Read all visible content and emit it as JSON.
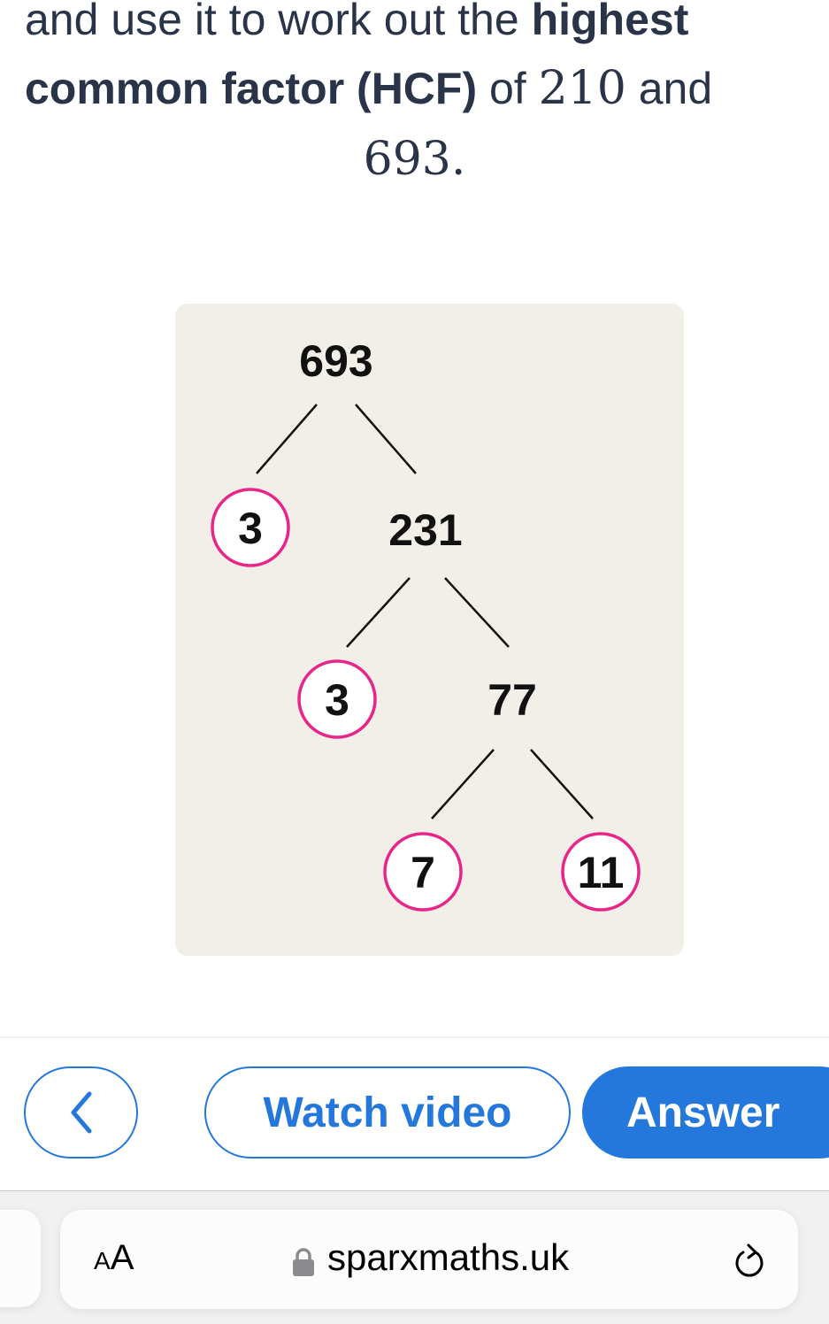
{
  "question": {
    "line1_regular": "and use it to work out the ",
    "line1_bold": "highest",
    "line2_bold": "common factor (HCF)",
    "line2_of": " of ",
    "number_a": "210",
    "line2_and": " and",
    "number_b": "693."
  },
  "factor_tree": {
    "root": "693",
    "nodes": [
      {
        "value": "3",
        "prime": true
      },
      {
        "value": "231",
        "prime": false
      },
      {
        "value": "3",
        "prime": true
      },
      {
        "value": "77",
        "prime": false
      },
      {
        "value": "7",
        "prime": true
      },
      {
        "value": "11",
        "prime": true
      }
    ],
    "background_color": "#f2efe9",
    "prime_circle_color": "#e8268a"
  },
  "footer": {
    "back_icon": "chevron-left-icon",
    "watch_video_label": "Watch video",
    "answer_label": "Answer",
    "accent_color": "#2478dc"
  },
  "browser": {
    "text_size_label_small": "A",
    "text_size_label_large": "A",
    "domain": "sparxmaths.uk",
    "lock_icon": "lock-icon",
    "reload_icon": "reload-icon"
  }
}
